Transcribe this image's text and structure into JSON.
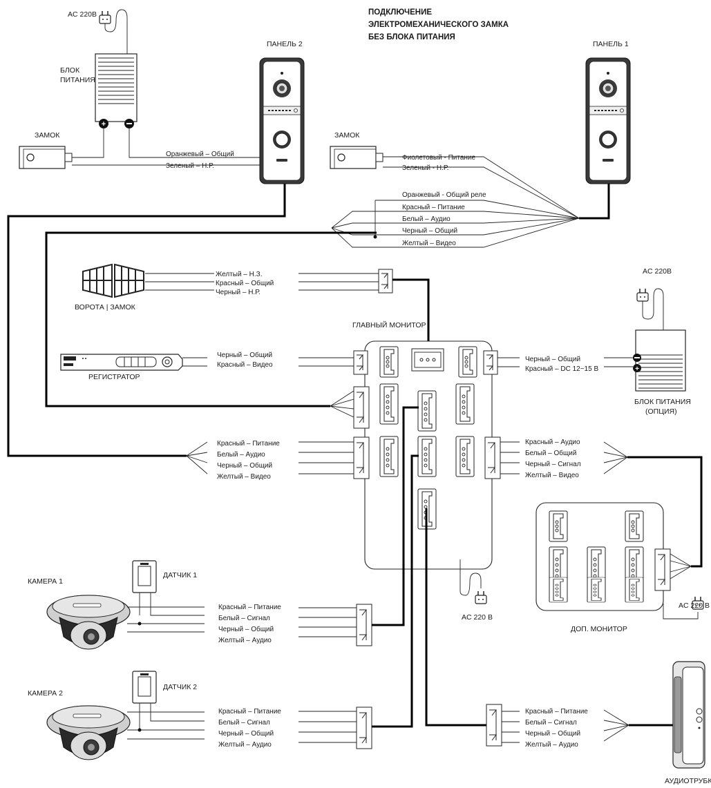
{
  "title": {
    "line1": "ПОДКЛЮЧЕНИЕ",
    "line2": "ЭЛЕКТРОМЕХАНИЧЕСКОГО ЗАМКА",
    "line3": "БЕЗ БЛОКА ПИТАНИЯ"
  },
  "labels": {
    "ac_top_left": "AC 220В",
    "psu_left_1": "БЛОК",
    "psu_left_2": "ПИТАНИЯ",
    "lock_left": "ЗАМОК",
    "lock_right": "ЗАМОК",
    "panel2": "ПАНЕЛЬ 2",
    "panel1": "ПАНЕЛЬ 1",
    "gate": "ВОРОТА | ЗАМОК",
    "recorder": "РЕГИСТРАТОР",
    "main_monitor": "ГЛАВНЫЙ МОНИТОР",
    "ac_right_psu": "AC 220В",
    "psu_opt_1": "БЛОК ПИТАНИЯ",
    "psu_opt_2": "(ОПЦИЯ)",
    "sensor1": "ДАТЧИК 1",
    "sensor2": "ДАТЧИК 2",
    "camera1": "КАМЕРА 1",
    "camera2": "КАМЕРА 2",
    "ac_main": "AC 220 В",
    "ac_extra": "AC 220 В",
    "extra_monitor": "ДОП. МОНИТОР",
    "handset": "АУДИОТРУБКА"
  },
  "wires": {
    "lock_left": [
      "Оранжевый – Общий",
      "Зеленый – Н.Р."
    ],
    "lock_right": [
      "Фиолетовый - Питание",
      "Зеленый - Н.Р."
    ],
    "panel1": [
      "Оранжевый - Общий реле",
      "Красный – Питание",
      "Белый – Аудио",
      "Черный – Общий",
      "Желтый – Видео"
    ],
    "gate": [
      "Желтый – Н.З.",
      "Красный – Общий",
      "Черный – Н.Р."
    ],
    "recorder": [
      "Черный – Общий",
      "Красный – Видео"
    ],
    "psu_opt": [
      "Черный – Общий",
      "Красный – DC 12~15 В"
    ],
    "panel2": [
      "Красный – Питание",
      "Белый – Аудио",
      "Черный – Общий",
      "Желтый – Видео"
    ],
    "extra_monitor": [
      "Красный – Аудио",
      "Белый – Общий",
      "Черный – Сигнал",
      "Желтый – Видео"
    ],
    "camera1": [
      "Красный – Питание",
      "Белый – Сигнал",
      "Черный – Общий",
      "Желтый – Аудио"
    ],
    "camera2": [
      "Красный – Питание",
      "Белый – Сигнал",
      "Черный – Общий",
      "Желтый – Аудио"
    ],
    "handset": [
      "Красный – Питание",
      "Белый – Сигнал",
      "Черный – Общий",
      "Желтый – Аудио"
    ]
  },
  "icons": {
    "power_plug": "power-plug-icon",
    "power_supply": "power-supply-icon",
    "lock": "lock-icon",
    "door_panel": "door-panel-icon",
    "gate": "gate-icon",
    "recorder": "dvr-recorder-icon",
    "connector": "connector-icon",
    "camera": "dome-camera-icon",
    "sensor": "sensor-icon",
    "handset": "handset-icon"
  },
  "colors": {
    "line": "#000000",
    "text": "#1a1a1a",
    "device_fill": "#ffffff",
    "dark": "#1e1e1e"
  }
}
